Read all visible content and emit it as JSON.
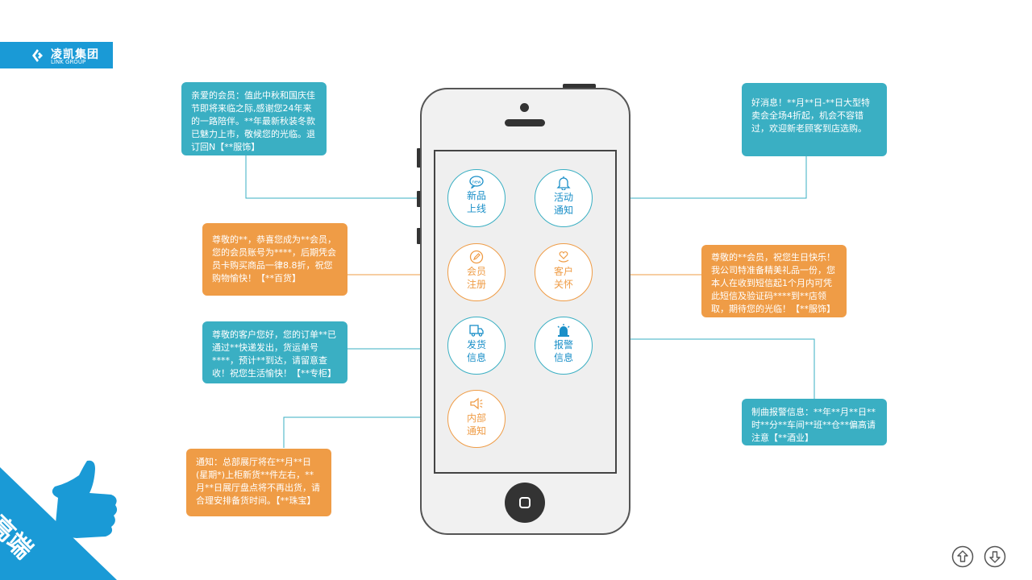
{
  "logo": {
    "cn": "凌凯集团",
    "en": "LINK GROUP"
  },
  "corner_title": "高端",
  "buttons": [
    {
      "line1": "新品",
      "line2": "上线",
      "icon": "new-icon"
    },
    {
      "line1": "活动",
      "line2": "通知",
      "icon": "bell-icon"
    },
    {
      "line1": "会员",
      "line2": "注册",
      "icon": "pen-icon"
    },
    {
      "line1": "客户",
      "line2": "关怀",
      "icon": "heart-hand-icon"
    },
    {
      "line1": "发货",
      "line2": "信息",
      "icon": "delivery-truck-icon"
    },
    {
      "line1": "报警",
      "line2": "信息",
      "icon": "alarm-light-icon"
    },
    {
      "line1": "内部",
      "line2": "通知",
      "icon": "megaphone-icon"
    }
  ],
  "messages": {
    "new_product": "亲爱的会员：值此中秋和国庆佳节即将来临之际,感谢您24年来的一路陪伴。**年最新秋装冬款已魅力上市，敬候您的光临。退订回N【**服饰】",
    "activity": "好消息！**月**日-**日大型特卖会全场4折起，机会不容错过，欢迎新老顾客到店选购。",
    "member_register": "尊敬的**，恭喜您成为**会员，您的会员账号为****，后期凭会员卡购买商品一律8.8折，祝您购物愉快！【**百货】",
    "customer_care": "尊敬的**会员，祝您生日快乐！我公司特准备精美礼品一份，您本人在收到短信起1个月内可凭此短信及验证码****到**店领取，期待您的光临！【**服饰】",
    "shipping": "尊敬的客户您好，您的订单**已通过**快递发出，货运单号****，预计**到达，请留意查收！祝您生活愉快！【**专柜】",
    "alarm": "制曲报警信息：**年**月**日**时**分**车间**班**仓**偏高请注意【**酒业】",
    "internal": "通知：总部展厅将在**月**日(星期*)上柜新货**件左右，**月**日展厅盘点将不再出货，请合理安排备货时间。【**珠宝】"
  },
  "colors": {
    "blue": "#3aafc3",
    "orange": "#ef9c46",
    "brand": "#1a9ad6"
  }
}
